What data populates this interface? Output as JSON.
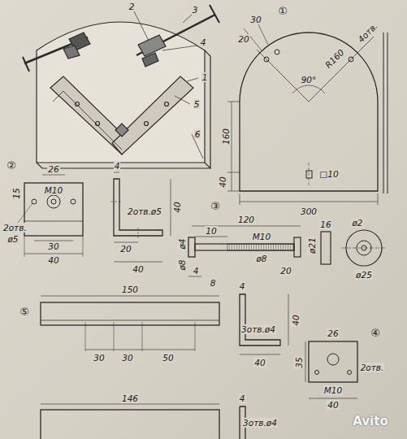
{
  "diagram": {
    "labels": [
      "2",
      "3",
      "4",
      "1",
      "5",
      "6",
      "①",
      "30",
      "20",
      "90°",
      "R160",
      "4отв.",
      "160",
      "40",
      "□10",
      "300",
      "②",
      "26",
      "M10",
      "15",
      "2отв.",
      "ø5",
      "30",
      "40",
      "4",
      "40",
      "2отв.ø5",
      "20",
      "40",
      "③",
      "120",
      "ø4",
      "10",
      "M10",
      "ø8",
      "4",
      "8",
      "ø8",
      "20",
      "16",
      "ø2",
      "ø21",
      "ø25",
      "⑤",
      "150",
      "30",
      "30",
      "50",
      "4",
      "40",
      "3отв.ø4",
      "40",
      "④",
      "26",
      "M10",
      "2отв.",
      "35",
      "40",
      "146",
      "4",
      "3отв.ø4",
      "Avito"
    ]
  }
}
